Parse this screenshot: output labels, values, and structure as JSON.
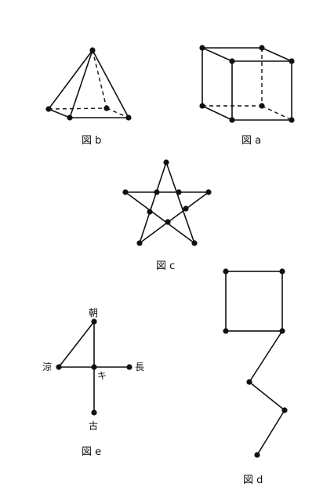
{
  "figures": {
    "pyramid": {
      "caption": "図 b"
    },
    "cube": {
      "caption": "図 a"
    },
    "star": {
      "caption": "図 c"
    },
    "path_graph": {
      "caption": "図 d"
    },
    "kanji_graph": {
      "caption": "図 e",
      "labels": {
        "top": "朝",
        "left": "涼",
        "right": "長",
        "bottom": "古",
        "center": "キ"
      }
    }
  }
}
